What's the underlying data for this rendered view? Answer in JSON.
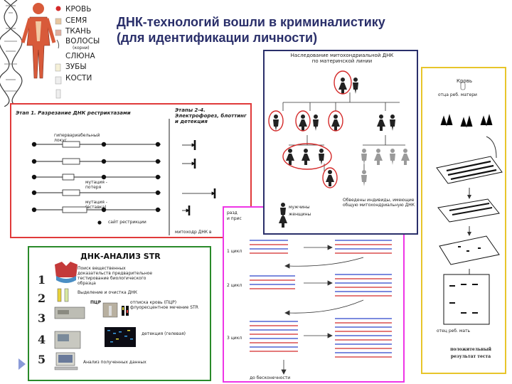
{
  "title": {
    "line1": "ДНК-технологий вошли в криминалистику",
    "line2": "(для идентификации личности)"
  },
  "tissues": {
    "items": [
      "КРОВЬ",
      "СЕМЯ",
      "ТКАНЬ",
      "ВОЛОСЫ",
      "СЛЮНА",
      "ЗУБЫ",
      "КОСТИ"
    ],
    "hair_note": "(корни)"
  },
  "rflp": {
    "stage1": "Этап 1. Разрезание ДНК рестриктазами",
    "stage24": "Этапы 2-4. Электрофорез, блоттинг и детекция",
    "locus": "гипервариабельный локус",
    "mutation_loss": "мутация - потеря",
    "mutation_gain": "мутация - (вставка)",
    "site": "сайт рестрикции",
    "footer": "митоходр ДНК в"
  },
  "mito": {
    "title_line1": "Наследование митохондриальной ДНК",
    "title_line2": "по материнской линии",
    "circled_note": "Обведены индивиды, имеющие общую митохондриальную ДНК",
    "legend_male": "мужчины",
    "legend_female": "женщины"
  },
  "pcr": {
    "header_line1": "разд",
    "header_line2": "и прис",
    "cycle1": "1 цикл",
    "cycle2": "2 цикл",
    "cycle3": "3 цикл",
    "footer": "до бесконечности"
  },
  "str": {
    "title": "ДНК-АНАЛИЗ STR",
    "step_numbers": [
      "1",
      "2",
      "3",
      "4",
      "5"
    ],
    "step1": "Поиск вещественных доказательств предварительное тестирование биологического образца",
    "step2": "Выделение и очистка ДНК",
    "step3_pcr": "ПЦР",
    "step3": "отписка кровь (ПЦР) флуоресцентное мечение STR",
    "step4": "детекция (гелевая)",
    "step5": "Анализ полученных данных"
  },
  "blot": {
    "blood": "Кровь",
    "labels_top": "отца  реб.  матери",
    "labels_bottom": "отец  реб.  мать",
    "result_line1": "положительный",
    "result_line2": "результат теста"
  },
  "colors": {
    "title": "#2a2f6a",
    "red_frame": "#e03a3a",
    "navy_frame": "#2a2f6a",
    "magenta_frame": "#ee35e6",
    "green_frame": "#2a8a2a",
    "yellow_frame": "#e8c52a",
    "strand_red": "#d42a2a",
    "strand_blue": "#2c43c9"
  }
}
